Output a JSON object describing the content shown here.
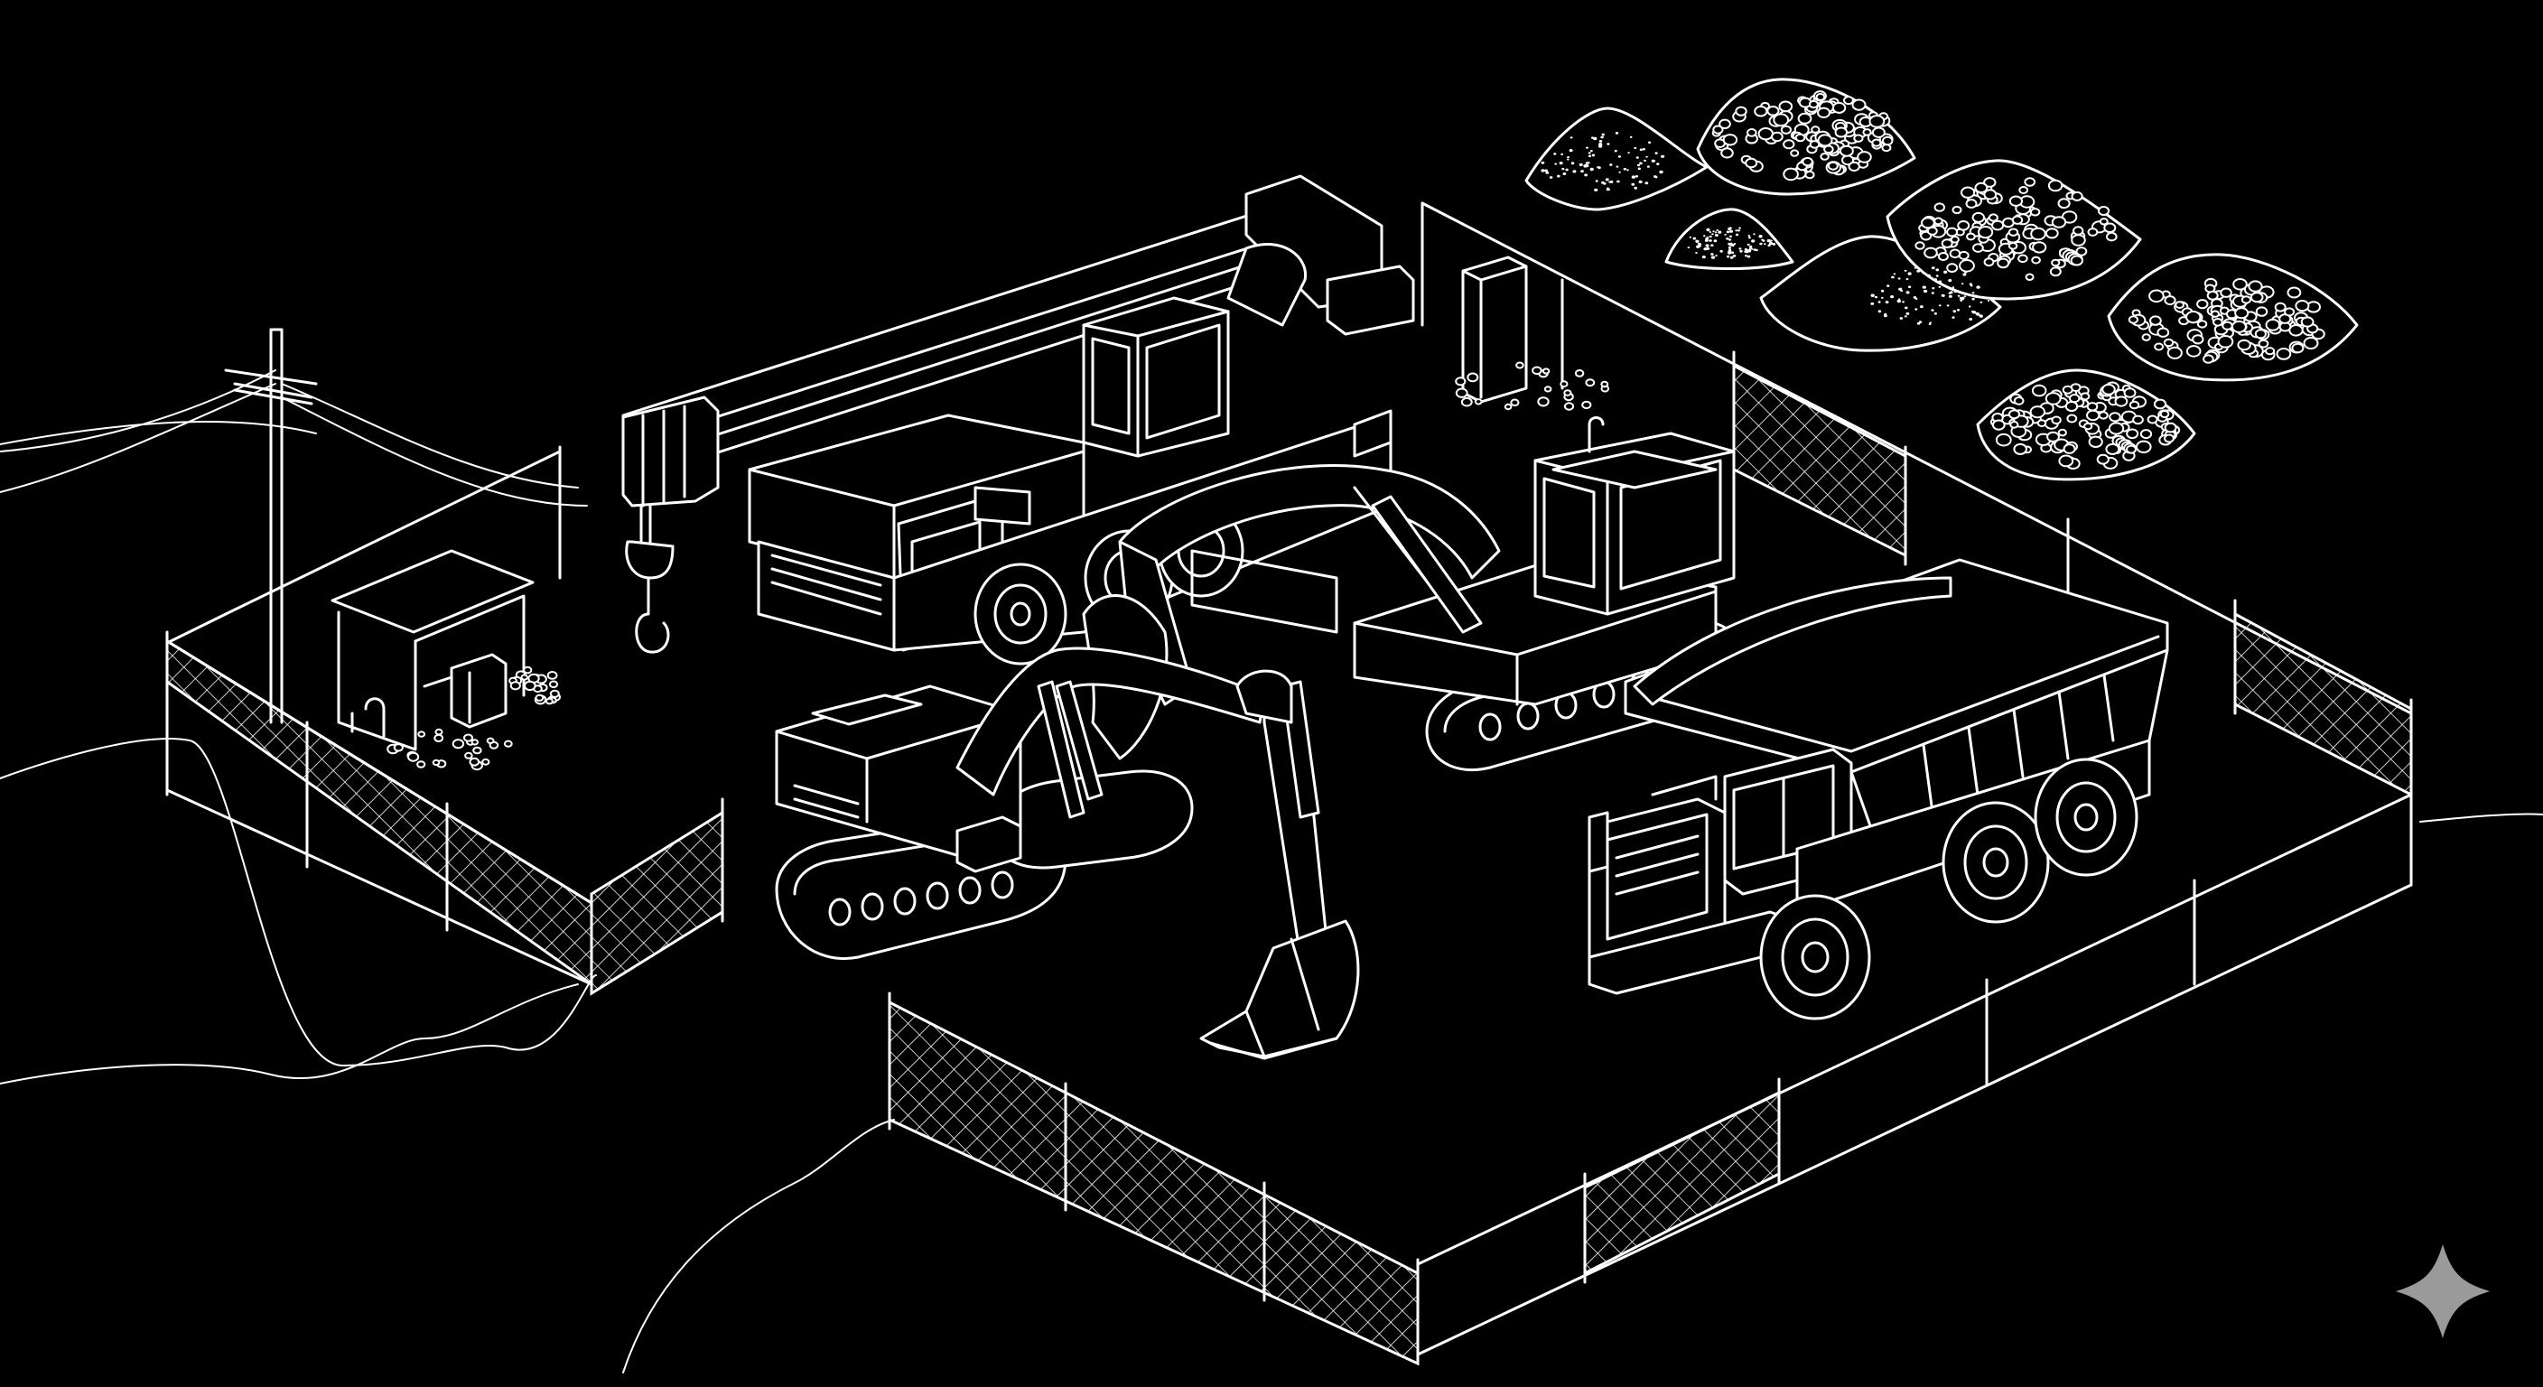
{
  "scene": {
    "background_color": "#000000",
    "line_color": "#ffffff",
    "watermark_color": "#9a9a9a",
    "objects": [
      "mobile-crane",
      "excavator-front",
      "excavator-rear",
      "dump-truck",
      "site-office-shed",
      "utility-pole",
      "power-lines",
      "chain-link-fence",
      "aggregate-piles",
      "electrical-cabinet"
    ]
  }
}
